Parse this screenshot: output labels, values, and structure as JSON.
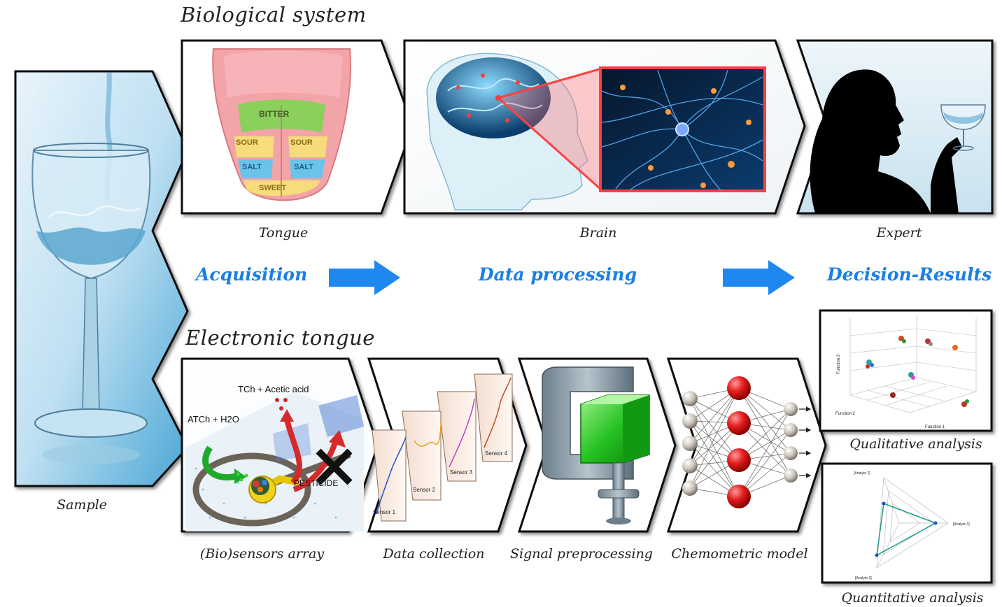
{
  "titles": {
    "biological": "Biological system",
    "electronic": "Electronic tongue"
  },
  "stages": {
    "acquisition": "Acquisition",
    "processing": "Data processing",
    "decision": "Decision-Results"
  },
  "captions": {
    "sample": "Sample",
    "tongue": "Tongue",
    "brain": "Brain",
    "expert": "Expert",
    "sensors": "(Bio)sensors array",
    "collection": "Data collection",
    "preprocessing": "Signal preprocessing",
    "chemometric": "Chemometric model",
    "qualitative": "Qualitative analysis",
    "quantitative": "Quantitative analysis"
  },
  "tongue_regions": {
    "bitter": "BITTER",
    "sour_left": "SOUR",
    "sour_right": "SOUR",
    "salt_left": "SALT",
    "salt_right": "SALT",
    "sweet": "SWEET"
  },
  "sensor_panel": {
    "product": "TCh + Acetic acid",
    "substrate": "ATCh + H2O",
    "inhibitor": "PESTICIDE"
  },
  "sensor_curves": {
    "s1": "Sensor 1",
    "s2": "Sensor 2",
    "s3": "Sensor 3",
    "s4": "Sensor 4"
  },
  "qualitative_plot": {
    "axis_z": "Function 3",
    "axis_y": "Function 2",
    "axis_x": "Function 1"
  },
  "quantitative_plot": {
    "analyte1": "[Analyte 1]",
    "analyte2": "[Analyte 2]",
    "analyte3": "[Analyte 3]"
  },
  "colors": {
    "stage_blue": "#1a7fe6",
    "arrow_blue": "#1e88f0",
    "frame": "#111111"
  }
}
